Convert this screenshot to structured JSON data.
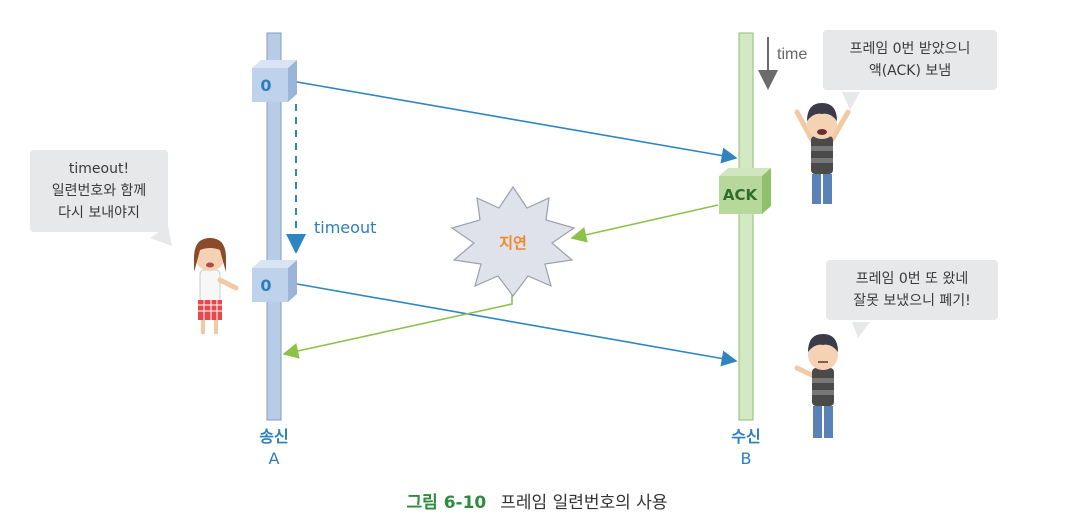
{
  "colors": {
    "sender_line": "#b8cce8",
    "sender_line_edge": "#7f9cc8",
    "receiver_line": "#d4e8c3",
    "receiver_line_edge": "#8ebf6e",
    "frame_arrow": "#2f86bf",
    "ack_arrow": "#8bc34a",
    "label_blue": "#2b7fc0",
    "label_orange": "#f0882a",
    "ack_text": "#2f6b2a",
    "caption_green": "#2e8b3d"
  },
  "sender": {
    "title": "송신",
    "sub": "A"
  },
  "receiver": {
    "title": "수신",
    "sub": "B"
  },
  "frames": {
    "first_label": "0",
    "second_label": "0"
  },
  "ack_label": "ACK",
  "delay_label": "지연",
  "timeout_label": "timeout",
  "time_label": "time",
  "bubbles": {
    "receiver_top": [
      "프레임 0번 받았으니",
      "액(ACK) 보냄"
    ],
    "sender_timeout": [
      "timeout!",
      "일련번호와 함께",
      "다시 보내야지"
    ],
    "receiver_bottom": [
      "프레임 0번 또 왔네",
      "잘못 보냈으니 폐기!"
    ]
  },
  "caption": {
    "figure": "그림 6-10",
    "text": "프레임 일련번호의 사용"
  },
  "icons": [
    "time-arrow-icon",
    "person-icon"
  ]
}
